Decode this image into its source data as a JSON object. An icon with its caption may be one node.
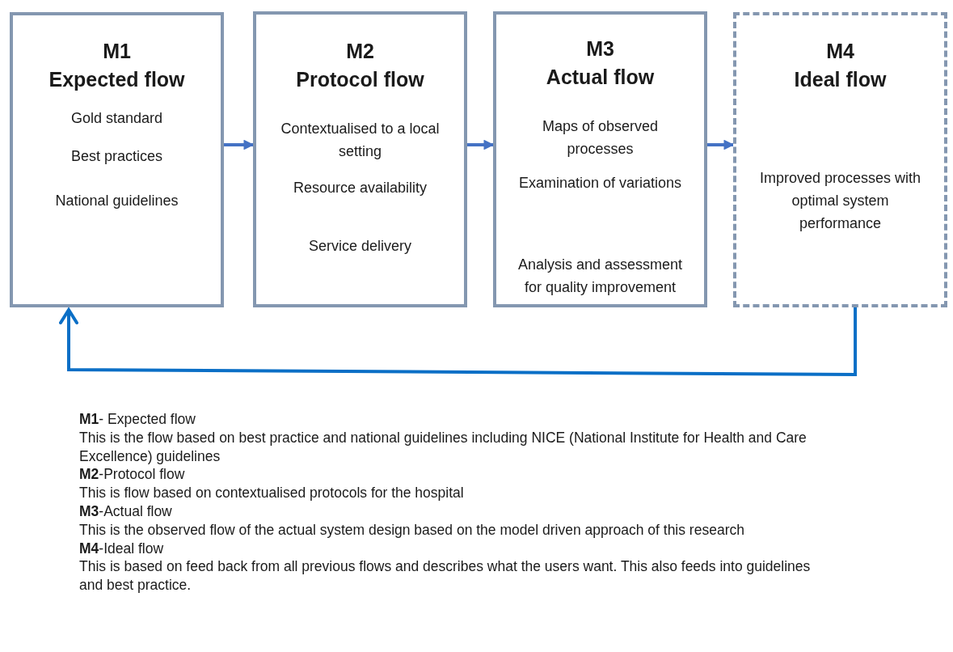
{
  "diagram": {
    "nodes": [
      {
        "text": [
          "M1",
          "Expected flow",
          "Gold standard",
          "Best practices",
          "National guidelines"
        ]
      },
      {
        "text": [
          "M2",
          "Protocol flow",
          "Contextualised to a local setting",
          "Resource availability",
          "Service delivery"
        ]
      },
      {
        "text": [
          "M3",
          "Actual flow",
          "Maps of observed processes",
          "Examination of variations",
          "Analysis and assessment for quality improvement"
        ]
      },
      {
        "text": [
          "M4",
          "Ideal flow",
          "Improved processes with optimal system performance"
        ]
      }
    ],
    "edges": [
      {
        "from": 0,
        "to": 1,
        "arrow": "to"
      },
      {
        "from": 1,
        "to": 2,
        "arrow": "to"
      },
      {
        "from": 2,
        "to": 3,
        "arrow": "to"
      },
      {
        "from": 3,
        "to": 0,
        "arrow": "to",
        "color": "#0b6fc6"
      }
    ],
    "labels": [
      "**M1**- Expected flow",
      "This is  the flow based on best practice and national guidelines including NICE (National Institute for Health and Care Excellence) guidelines",
      "**M2**-Protocol flow",
      "This is flow based on contextualised protocols  for the hospital",
      "**M3**-Actual flow",
      "This is the observed flow of the actual system design based on the model driven approach of this research",
      "**M4**-Ideal flow",
      "This is based on feed back from all previous flows and describes what the users want. This also feeds into guidelines and best practice."
    ]
  }
}
